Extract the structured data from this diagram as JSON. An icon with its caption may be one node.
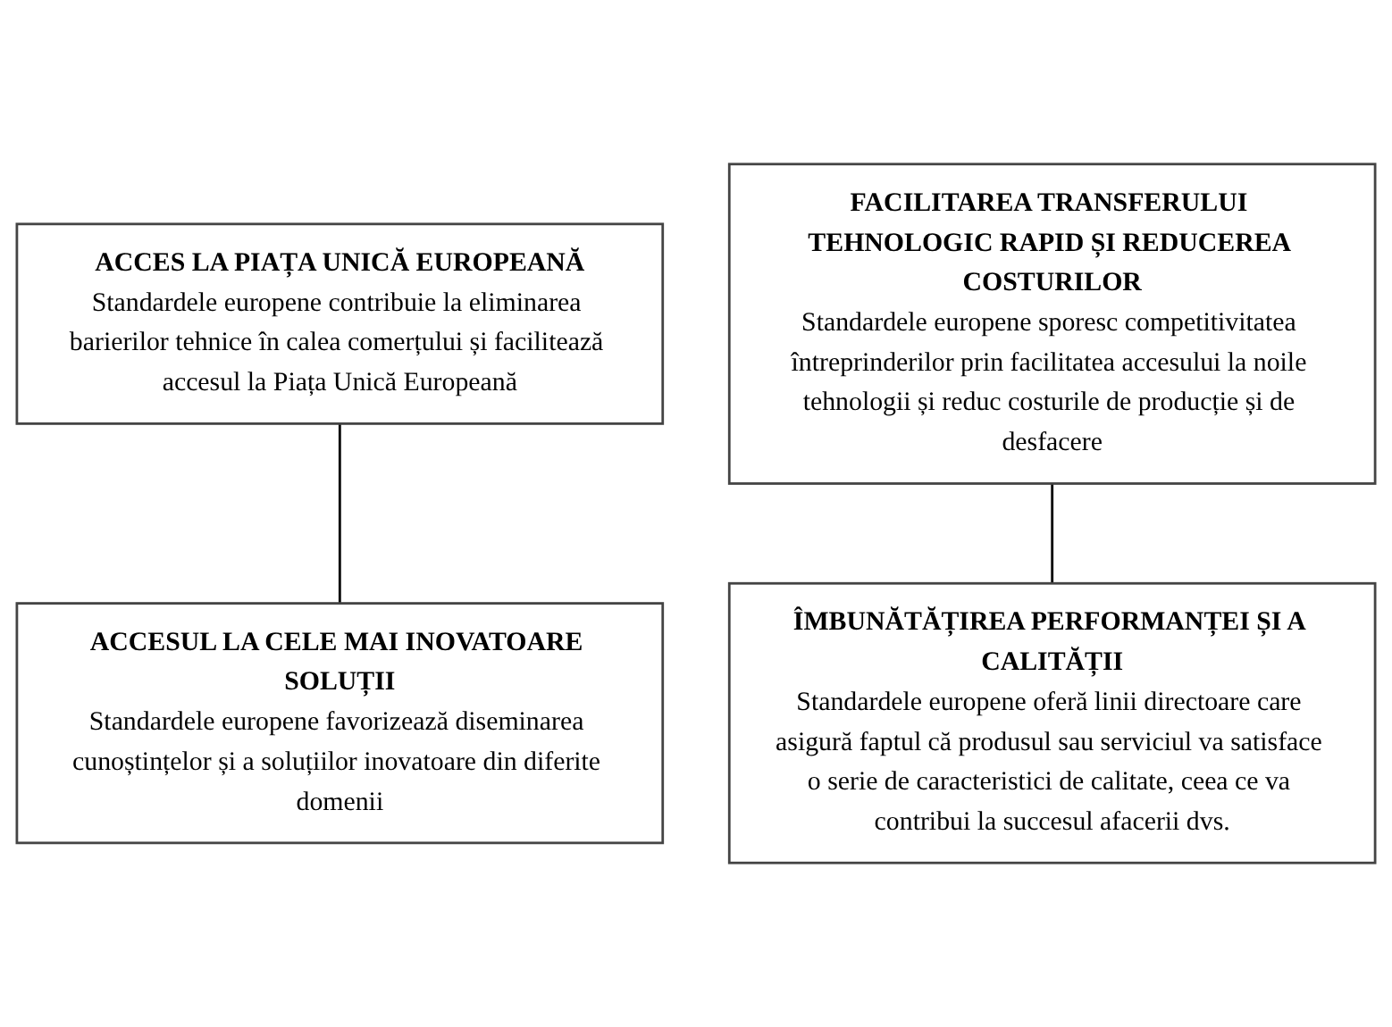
{
  "diagram": {
    "nodes": [
      {
        "text": [
          "ACCES LA PIAȚA UNICĂ EUROPEANĂ",
          "Standardele europene contribuie la eliminarea barierilor tehnice în calea comerțului și facilitează accesul la Piața Unică Europeană"
        ]
      },
      {
        "text": [
          "FACILITAREA TRANSFERULUI TEHNOLOGIC RAPID ȘI REDUCEREA COSTURILOR",
          "Standardele europene sporesc competitivitatea întreprinderilor prin facilitatea accesului la noile tehnologii și reduc costurile de producție și de desfacere"
        ]
      },
      {
        "text": [
          "ÎMBUNĂTĂȚIREA PERFORMANȚEI ȘI A CALITĂȚII",
          "Standardele europene oferă linii directoare care asigură faptul că produsul sau serviciul va satisface o serie de caracteristici de calitate, ceea ce va contribui la succesul afacerii dvs."
        ]
      },
      {
        "text": [
          "ACCESUL LA CELE MAI INOVATOARE SOLUȚII",
          "Standardele europene favorizează diseminarea cunoștințelor și a soluțiilor inovatoare din diferite domenii"
        ]
      }
    ],
    "edges": [
      {
        "from": 0,
        "to": 3,
        "arrow": "none"
      },
      {
        "from": 1,
        "to": 2,
        "arrow": "none"
      }
    ]
  }
}
